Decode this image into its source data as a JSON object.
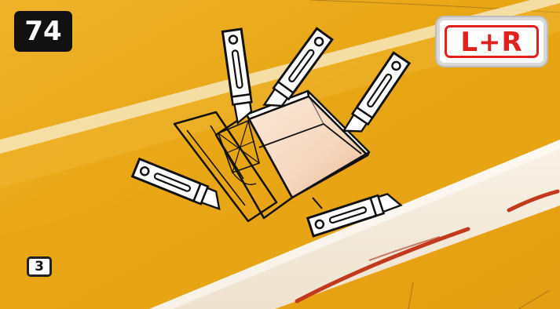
{
  "step_number": "74",
  "side_label": "L+R",
  "sub_step": "3",
  "colors": {
    "foam_yellow": "#e9a614",
    "foam_light": "#f3c24a",
    "white_strip": "#f6efe3",
    "red_line": "#c2391d",
    "badge_black": "#111111",
    "side_red": "#e0201b"
  },
  "icons": [
    "hobby-knife-icon",
    "cut-pocket-outline"
  ]
}
